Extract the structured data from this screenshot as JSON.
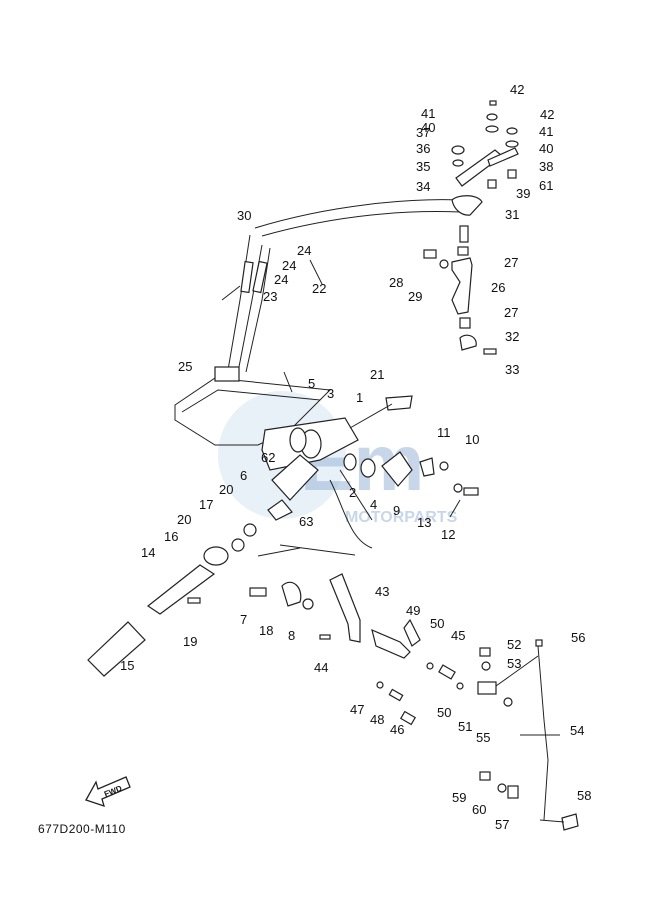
{
  "catalog_code": "677D200-M110",
  "fwd_label": "FWD",
  "watermark": {
    "logo": "Em",
    "subtitle": "MOTORPARTS",
    "color": "#9ab6d8"
  },
  "part_numbers": [
    "42",
    "41",
    "42",
    "40",
    "41",
    "37",
    "40",
    "36",
    "38",
    "35",
    "34",
    "39",
    "61",
    "30",
    "31",
    "24",
    "24",
    "27",
    "28",
    "24",
    "29",
    "26",
    "23",
    "22",
    "27",
    "32",
    "25",
    "33",
    "21",
    "5",
    "3",
    "1",
    "11",
    "10",
    "62",
    "6",
    "2",
    "4",
    "9",
    "20",
    "13",
    "12",
    "17",
    "63",
    "20",
    "16",
    "14",
    "7",
    "43",
    "18",
    "8",
    "49",
    "19",
    "50",
    "45",
    "52",
    "56",
    "53",
    "15",
    "44",
    "47",
    "48",
    "46",
    "50",
    "51",
    "55",
    "54",
    "59",
    "58",
    "60",
    "57"
  ]
}
